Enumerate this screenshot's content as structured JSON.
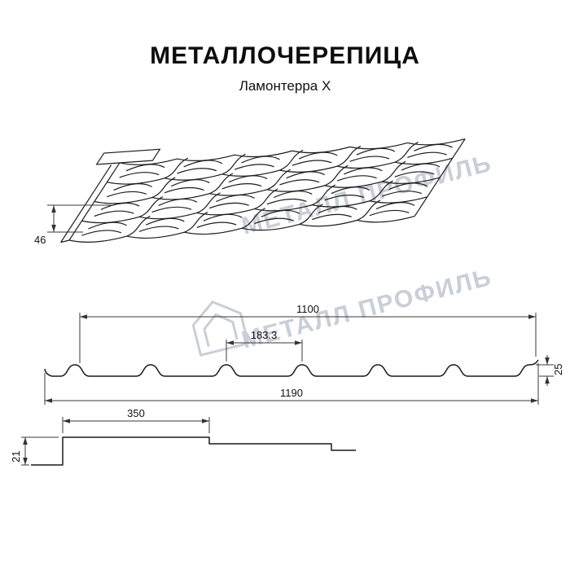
{
  "title": "МЕТАЛЛОЧЕРЕПИЦА",
  "subtitle": "Ламонтерра X",
  "watermark": {
    "text": "МЕТАЛЛ ПРОФИЛЬ",
    "color": "#c9ced8"
  },
  "colors": {
    "line": "#1a1a1a",
    "background": "#ffffff"
  },
  "dims": {
    "roof_step": "46",
    "cover_width": "1100",
    "wave_pitch": "183.3",
    "profile_height": "25",
    "full_width": "1190",
    "module_length": "350",
    "module_step": "21"
  }
}
